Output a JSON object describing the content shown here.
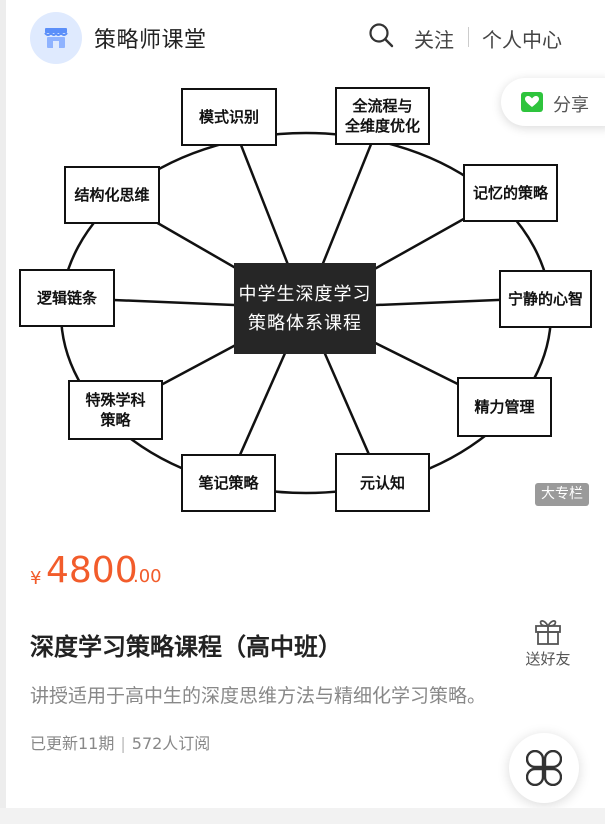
{
  "header": {
    "shop_name": "策略师课堂",
    "follow_label": "关注",
    "profile_label": "个人中心",
    "store_icon": "store-icon",
    "search_icon": "search-icon"
  },
  "share": {
    "label": "分享",
    "icon": "share-icon"
  },
  "diagram": {
    "center": "中学生深度学习\n策略体系课程",
    "nodes": {
      "pattern": "模式识别",
      "fullprocess": "全流程与\n全维度优化",
      "memory": "记忆的策略",
      "calm": "宁静的心智",
      "energy": "精力管理",
      "meta": "元认知",
      "notes": "笔记策略",
      "special": "特殊学科\n策略",
      "logic": "逻辑链条",
      "structure": "结构化思维"
    },
    "badge": "大专栏"
  },
  "product": {
    "currency": "¥",
    "price_int": "4800",
    "price_dec": ".00",
    "title": "深度学习策略课程（高中班）",
    "description": "讲授适用于高中生的深度思维方法与精细化学习策略。",
    "updates": "已更新11期",
    "subscribers": "572人订阅",
    "gift_label": "送好友",
    "accent_color": "#f25c2b"
  }
}
